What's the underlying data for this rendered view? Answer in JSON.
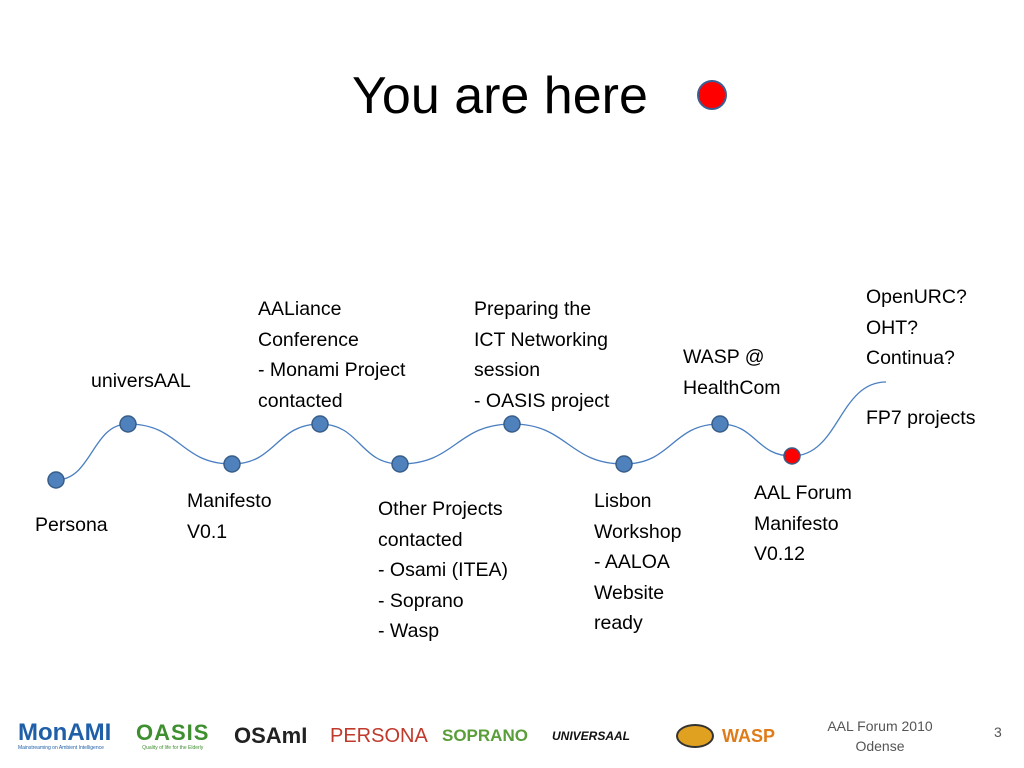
{
  "slide": {
    "title": "You are here",
    "marker_color": "#ff0000",
    "node_color": "#4f81bd",
    "node_border": "#385d8a",
    "line_color": "#4a7fc1"
  },
  "milestones": [
    {
      "id": "persona",
      "lines": [
        "Persona"
      ],
      "current": false
    },
    {
      "id": "universaal",
      "lines": [
        "universAAL"
      ],
      "current": false
    },
    {
      "id": "manifesto-v01",
      "lines": [
        "Manifesto",
        "V0.1"
      ],
      "current": false
    },
    {
      "id": "aaliance",
      "lines": [
        "AALiance",
        "Conference",
        "- Monami Project",
        "contacted"
      ],
      "current": false
    },
    {
      "id": "other-projects",
      "lines": [
        "Other  Projects",
        "contacted",
        "- Osami (ITEA)",
        "- Soprano",
        "- Wasp"
      ],
      "current": false
    },
    {
      "id": "ict-networking",
      "lines": [
        "Preparing the",
        "ICT Networking",
        "session",
        "- OASIS project"
      ],
      "current": false
    },
    {
      "id": "lisbon",
      "lines": [
        "Lisbon",
        "Workshop",
        "- AALOA",
        "Website",
        "ready"
      ],
      "current": false
    },
    {
      "id": "wasp",
      "lines": [
        "WASP @",
        "HealthCom"
      ],
      "current": false
    },
    {
      "id": "aal-forum",
      "lines": [
        "AAL Forum",
        "Manifesto",
        "V0.12"
      ],
      "current": true
    }
  ],
  "future": {
    "questions": [
      "OpenURC?",
      "OHT?",
      "Continua?"
    ],
    "fp7": "FP7 projects"
  },
  "footer": {
    "event": "AAL Forum 2010",
    "location": "Odense",
    "page": "3"
  },
  "logos": [
    {
      "name": "monami-logo",
      "text": "MonAMI",
      "tagline": "Mainstreaming on Ambient Intelligence",
      "color": "#1f5fa8"
    },
    {
      "name": "oasis-logo",
      "text": "OASIS",
      "tagline": "Quality of life for the Elderly",
      "color": "#3e8f2f"
    },
    {
      "name": "osami-logo",
      "text": "OSAmI",
      "color": "#222222"
    },
    {
      "name": "persona-logo",
      "text": "PERSONA",
      "color": "#c0392b"
    },
    {
      "name": "soprano-logo",
      "text": "SOPRANO",
      "color": "#5a9e3a"
    },
    {
      "name": "universaal-logo",
      "text": "UNIVERSAAL",
      "color": "#111111"
    },
    {
      "name": "wasp-logo",
      "text": "WASP",
      "color": "#e07b1a"
    }
  ]
}
